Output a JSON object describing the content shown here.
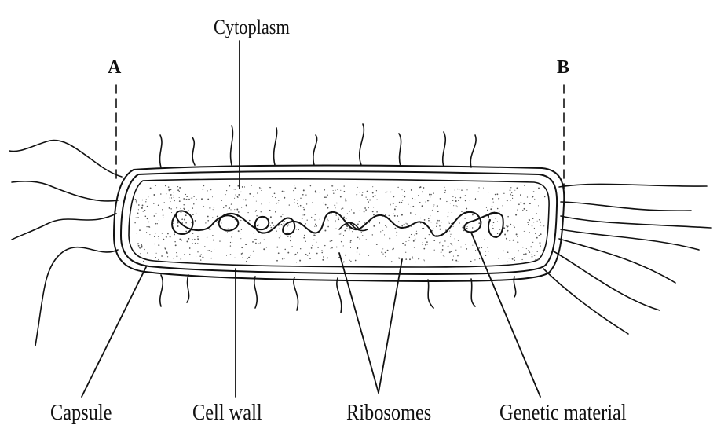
{
  "labels": {
    "cytoplasm": "Cytoplasm",
    "point_a": "A",
    "point_b": "B",
    "capsule": "Capsule",
    "cell_wall": "Cell wall",
    "ribosomes": "Ribosomes",
    "genetic_material": "Genetic material"
  },
  "colors": {
    "ink": "#111111",
    "stipple": "#555555",
    "background": "#ffffff"
  }
}
